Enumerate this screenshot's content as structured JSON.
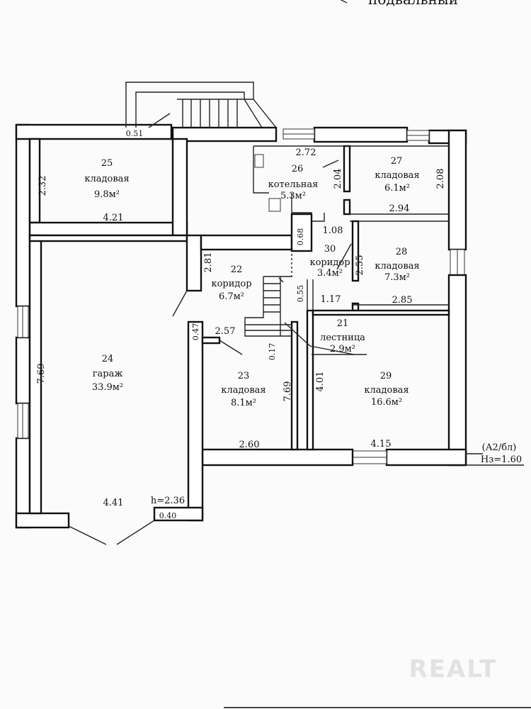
{
  "header": {
    "floor_label": "подвальный"
  },
  "rooms": {
    "r25": {
      "num": "25",
      "name": "кладовая",
      "area": "9.8м²"
    },
    "r26": {
      "num": "26",
      "name": "котельная",
      "area": "5.3м²"
    },
    "r27": {
      "num": "27",
      "name": "кладовая",
      "area": "6.1м²"
    },
    "r28": {
      "num": "28",
      "name": "кладовая",
      "area": "7.3м²"
    },
    "r30": {
      "num": "30",
      "name": "коридор",
      "area": "3.4м²"
    },
    "r22": {
      "num": "22",
      "name": "коридор",
      "area": "6.7м²"
    },
    "r21": {
      "num": "21",
      "name": "лестница",
      "area": "2.9м²"
    },
    "r24": {
      "num": "24",
      "name": "гараж",
      "area": "33.9м²"
    },
    "r23": {
      "num": "23",
      "name": "кладовая",
      "area": "8.1м²"
    },
    "r29": {
      "num": "29",
      "name": "кладовая",
      "area": "16.6м²"
    }
  },
  "dimensions": {
    "d051": "0.51",
    "d232": "2.32",
    "d421": "4.21",
    "d272": "2.72",
    "d204": "2.04",
    "d208": "2.08",
    "d294": "2.94",
    "d068": "0.68",
    "d108": "1.08",
    "d281": "2.81",
    "d255": "2.55",
    "d055": "0.55",
    "d117": "1.17",
    "d285": "2.85",
    "d047": "0.47",
    "d257": "2.57",
    "d017": "0.17",
    "d769a": "7.69",
    "d769b": "7.69",
    "d401": "4.01",
    "d260": "2.60",
    "d415": "4.15",
    "d441": "4.41",
    "d040": "0.40",
    "h236": "h=2.36"
  },
  "annotation": {
    "code": "(А2/бл)",
    "height": "Hз=1.60"
  },
  "watermark": {
    "text": "REALT"
  }
}
